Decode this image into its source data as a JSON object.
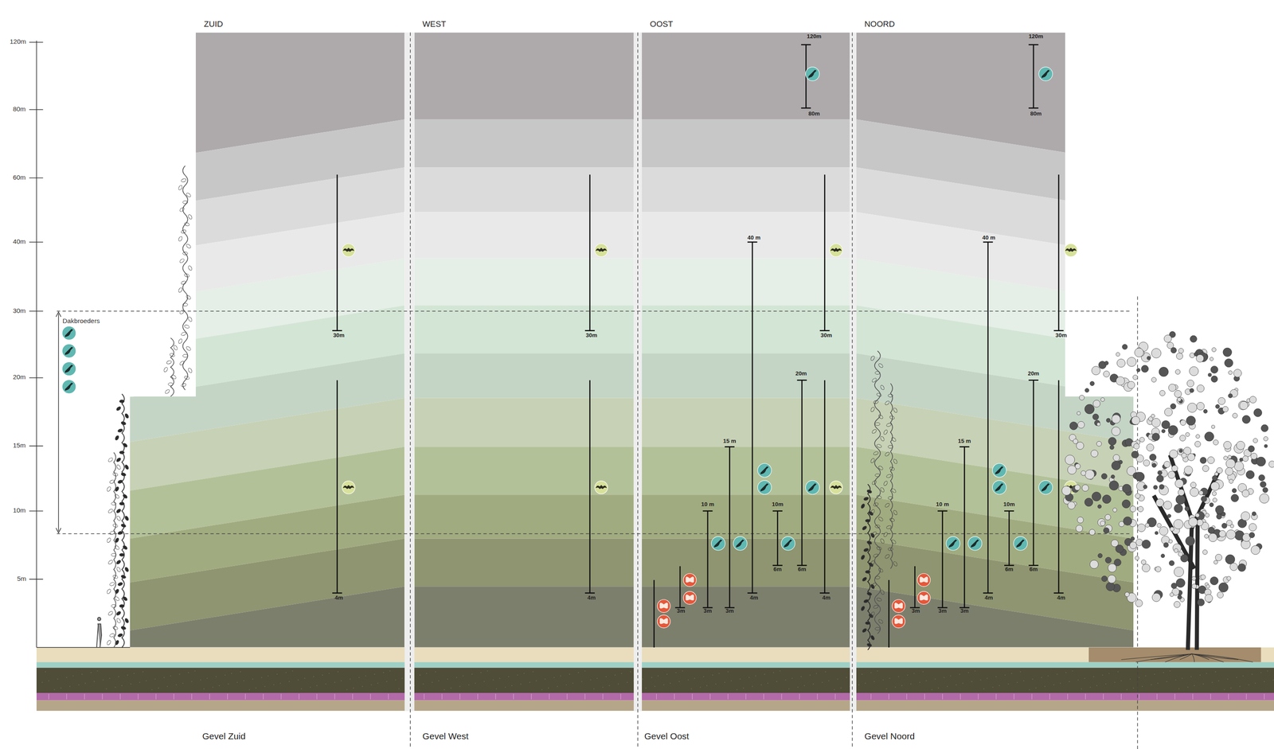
{
  "diagram": {
    "nodes": [
      {
        "text": [
          "ZUID"
        ]
      },
      {
        "text": [
          "WEST"
        ]
      },
      {
        "text": [
          "OOST"
        ]
      },
      {
        "text": [
          "NOORD"
        ]
      }
    ],
    "labels": [
      "120m",
      "80m",
      "60m",
      "40m",
      "30m",
      "20m",
      "15m",
      "10m",
      "5m",
      "Dakbroeders",
      "30m",
      "4m",
      "30m",
      "4m",
      "120m",
      "80m",
      "40 m",
      "30m",
      "20m",
      "15 m",
      "10 m",
      "10m",
      "6m",
      "6m",
      "4m",
      "4m",
      "3m",
      "3m",
      "3m",
      "120m",
      "80m",
      "40 m",
      "30m",
      "20m",
      "15 m",
      "10 m",
      "10m",
      "6m",
      "6m",
      "4m",
      "4m",
      "3m",
      "3m",
      "3m",
      "Gevel Zuid",
      "Gevel West",
      "Gevel Oost",
      "Gevel Noord"
    ]
  }
}
